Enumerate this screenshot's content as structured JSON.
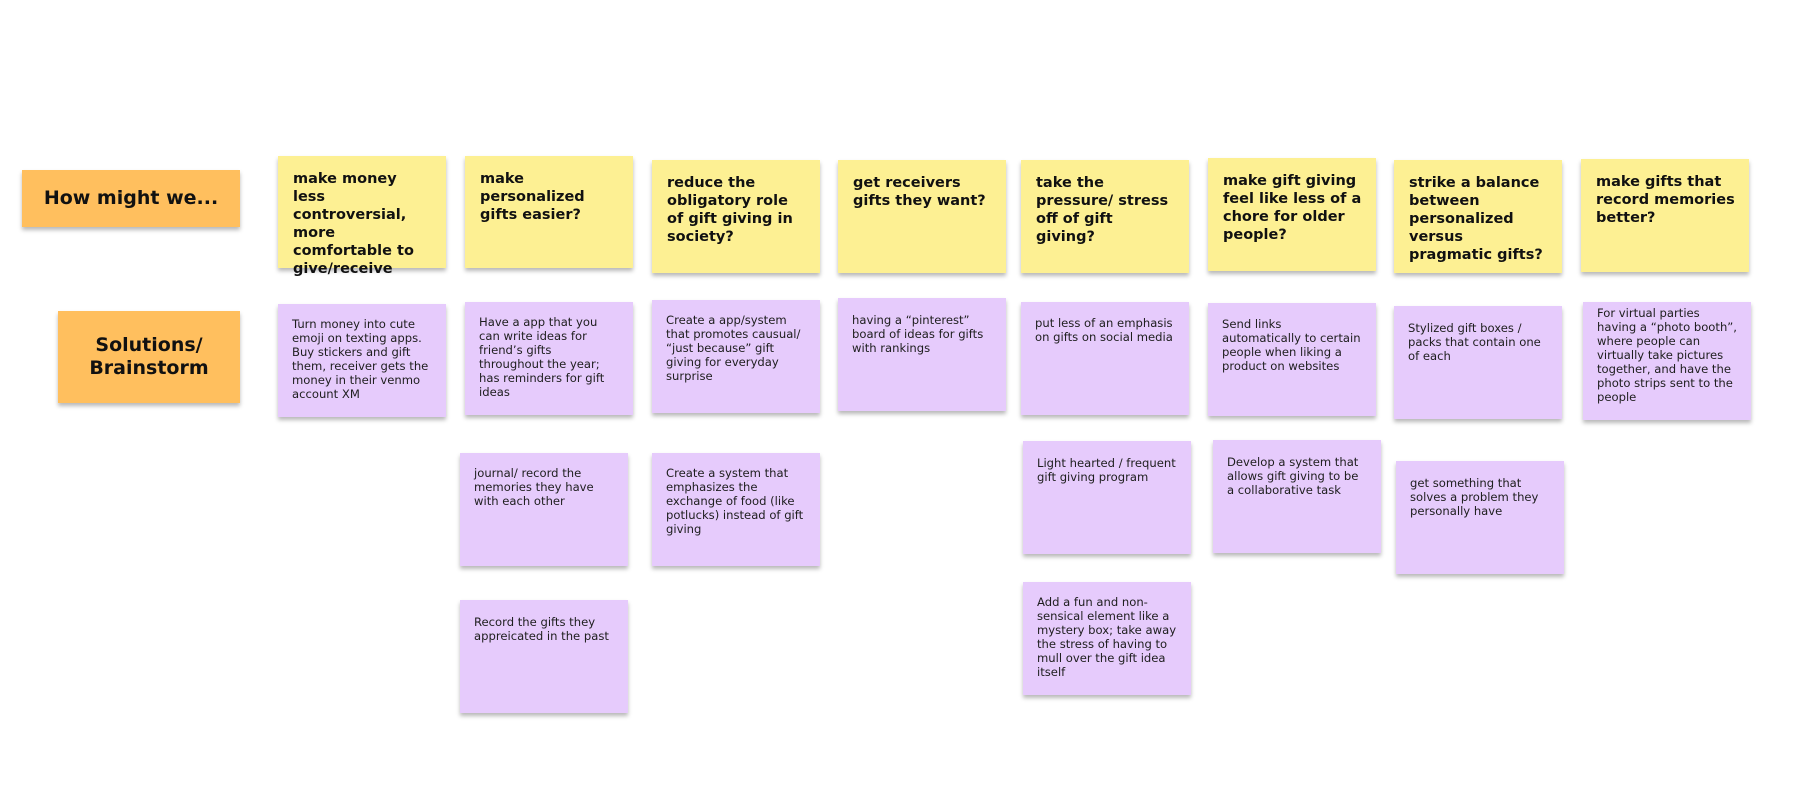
{
  "labels": {
    "how_might_we": "How might we...",
    "solutions": "Solutions/\nBrainstorm"
  },
  "colors": {
    "label_note": "#ffbf5e",
    "question_note": "#fdf093",
    "idea_note": "#e6cbfc"
  },
  "columns": [
    {
      "question": "make money less controversial, more comfortable to give/receive",
      "ideas": [
        "Turn money into cute emoji on texting apps. Buy stickers and gift them, receiver gets the money in their venmo account XM"
      ]
    },
    {
      "question": "make personalized gifts easier?",
      "ideas": [
        "Have a app that you can write ideas for friend’s gifts throughout the year; has reminders for gift ideas",
        "journal/ record the memories they have with each other",
        "Record the gifts they appreicated in the past"
      ]
    },
    {
      "question": "reduce the obligatory role of gift giving in society?",
      "ideas": [
        "Create a app/system that promotes causual/ “just because” gift giving for everyday surprise",
        "Create a system that emphasizes the exchange of food (like potlucks) instead of gift giving"
      ]
    },
    {
      "question": "get receivers gifts they want?",
      "ideas": [
        "having a “pinterest” board of ideas for gifts with rankings"
      ]
    },
    {
      "question": "take the pressure/ stress off of gift giving?",
      "ideas": [
        "put less of an emphasis on gifts on social media",
        "Light hearted / frequent gift giving program",
        "Add a fun and non-sensical element like a mystery box; take away the stress of having to mull over the gift idea itself"
      ]
    },
    {
      "question": "make gift giving feel like less of a chore for older people?",
      "ideas": [
        "Send links automatically to certain people when liking a product on websites",
        "Develop a system that allows gift giving to be a collaborative task"
      ]
    },
    {
      "question": "strike a balance between personalized versus pragmatic gifts?",
      "ideas": [
        "Stylized gift boxes / packs that contain one of each",
        "get something that solves a problem they personally have"
      ]
    },
    {
      "question": "make gifts that record memories better?",
      "ideas": [
        "For virtual parties having a “photo booth”, where people can virtually take pictures together, and have the photo strips sent to the people"
      ]
    }
  ]
}
